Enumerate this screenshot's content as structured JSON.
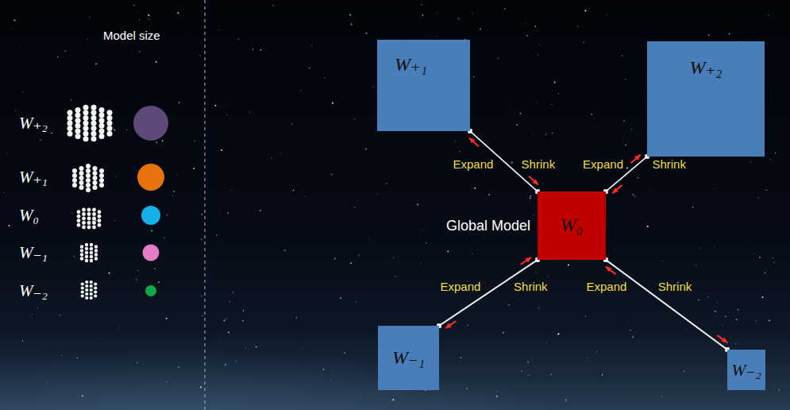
{
  "diagram": {
    "nodes": [
      {
        "text": [
          "W₊₁"
        ]
      },
      {
        "text": [
          "W₊₂"
        ]
      },
      {
        "text": [
          "Global Model",
          "W₀"
        ]
      },
      {
        "text": [
          "W₋₁"
        ]
      },
      {
        "text": [
          "W₋₂"
        ]
      }
    ],
    "edges": [
      {
        "from": 2,
        "to": 0,
        "label": "Expand",
        "arrow": "to"
      },
      {
        "from": 0,
        "to": 2,
        "label": "Shrink",
        "arrow": "to"
      },
      {
        "from": 2,
        "to": 1,
        "label": "Expand",
        "arrow": "to"
      },
      {
        "from": 1,
        "to": 2,
        "label": "Shrink",
        "arrow": "to"
      },
      {
        "from": 3,
        "to": 2,
        "label": "Expand",
        "arrow": "to"
      },
      {
        "from": 2,
        "to": 3,
        "label": "Shrink",
        "arrow": "to"
      },
      {
        "from": 4,
        "to": 2,
        "label": "Expand",
        "arrow": "to"
      },
      {
        "from": 2,
        "to": 4,
        "label": "Shrink",
        "arrow": "to"
      }
    ],
    "labels": [
      "Model size"
    ],
    "legend": [
      {
        "text": "W₊₂",
        "color": "#5d4a7a"
      },
      {
        "text": "W₊₁",
        "color": "#e8720c"
      },
      {
        "text": "W₀",
        "color": "#13b1ea"
      },
      {
        "text": "W₋₁",
        "color": "#e57cc6"
      },
      {
        "text": "W₋₂",
        "color": "#10a94a"
      }
    ]
  }
}
